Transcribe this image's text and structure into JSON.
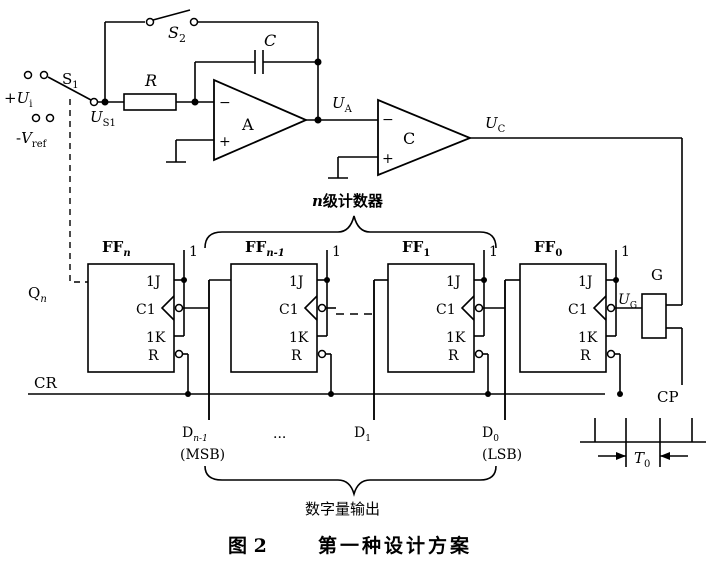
{
  "switches": {
    "s1": "S",
    "s1_sub": "1",
    "s2": "S",
    "s2_sub": "2"
  },
  "inputs": {
    "ui_sign": "+",
    "ui_var": "U",
    "ui_sub": "i",
    "vref_sign": "-",
    "vref_var": "V",
    "vref_sub": "ref",
    "us1_var": "U",
    "us1_sub": "S1"
  },
  "components": {
    "resistor": "R",
    "capacitor": "C",
    "integrator": "A",
    "comparator": "C"
  },
  "opamp_signs": {
    "minus": "−",
    "plus": "+"
  },
  "nodes": {
    "ua_var": "U",
    "ua_sub": "A",
    "uc_var": "U",
    "uc_sub": "C",
    "ug_var": "U",
    "ug_sub": "G"
  },
  "counter": {
    "label_n": "n",
    "label_rest": "级计数器"
  },
  "flipflops": [
    {
      "name": "FF",
      "sub": "n",
      "sub_italic": true
    },
    {
      "name": "FF",
      "sub": "n-1",
      "sub_italic": true
    },
    {
      "name": "FF",
      "sub": "1",
      "sub_italic": false
    },
    {
      "name": "FF",
      "sub": "0",
      "sub_italic": false
    }
  ],
  "ff_pins": {
    "j": "1J",
    "c": "C1",
    "k": "1K",
    "r": "R",
    "one": "1"
  },
  "signals": {
    "qn_var": "Q",
    "qn_sub": "n",
    "cr": "CR",
    "cp": "CP",
    "gate": "G"
  },
  "outputs": {
    "d_msb_var": "D",
    "d_msb_sub": "n-1",
    "msb": "(MSB)",
    "dots": "···",
    "d1_var": "D",
    "d1_sub": "1",
    "d0_var": "D",
    "d0_sub": "0",
    "lsb": "(LSB)",
    "digital_output": "数字量输出"
  },
  "timing": {
    "t0_var": "T",
    "t0_sub": "0"
  },
  "caption": {
    "figure": "图 2",
    "title": "第一种设计方案"
  }
}
